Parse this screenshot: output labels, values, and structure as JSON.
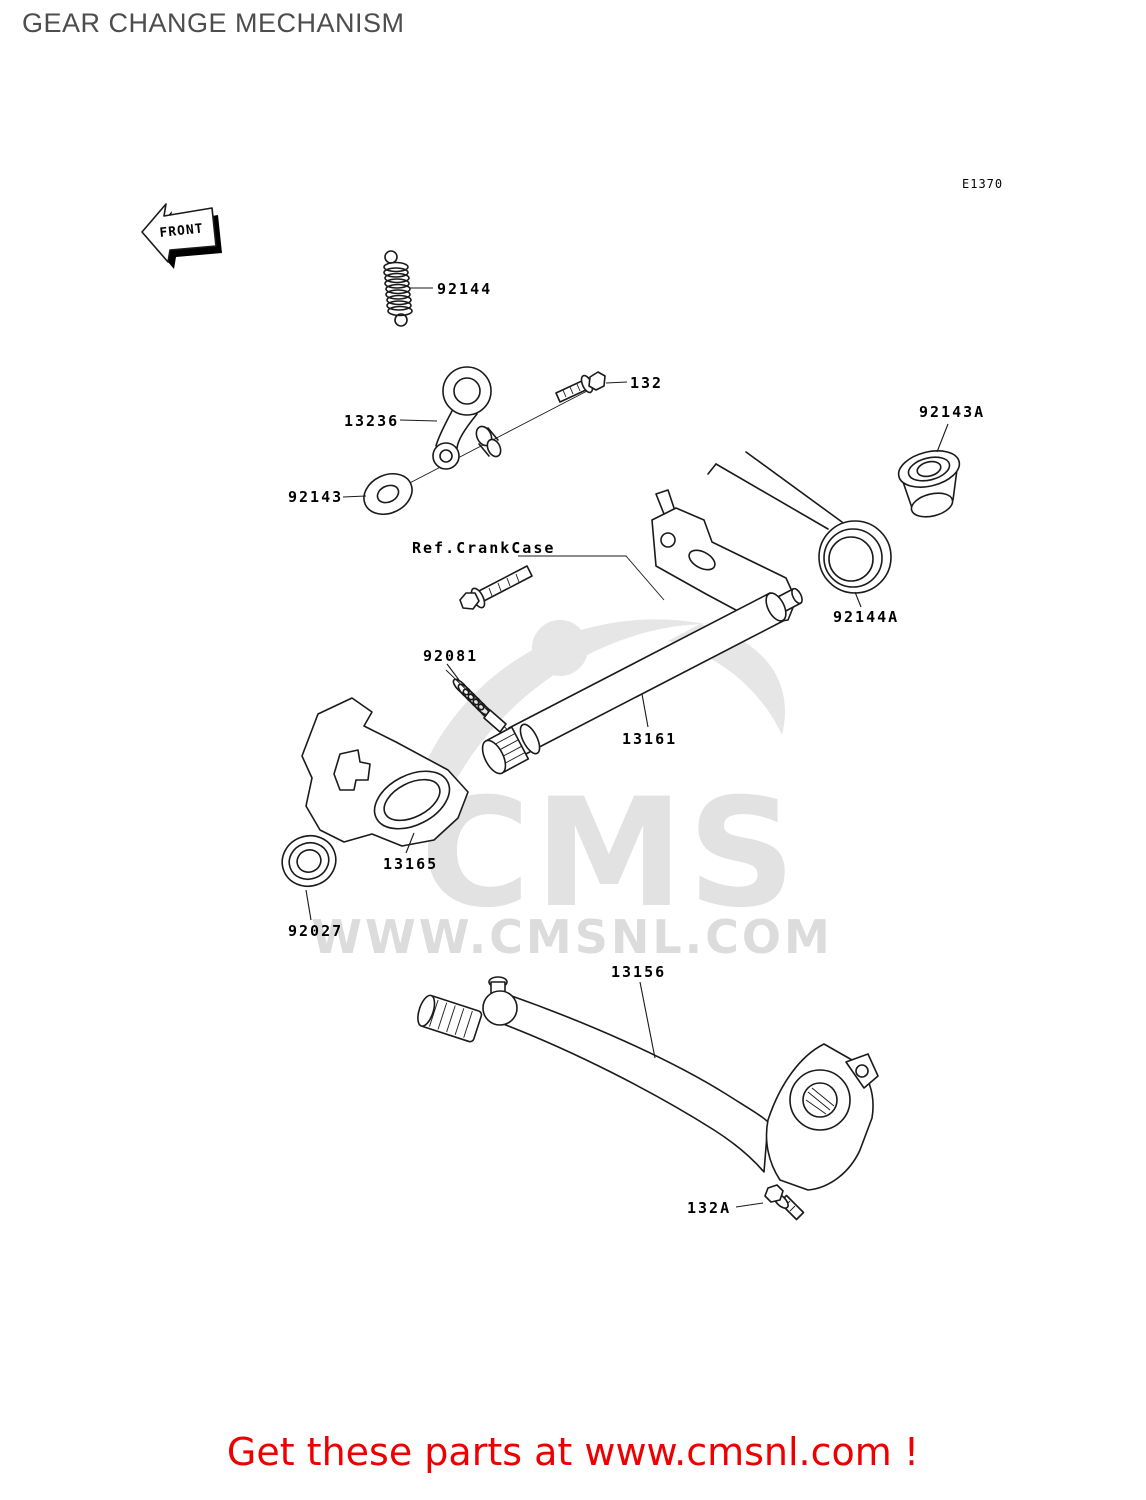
{
  "title": "GEAR CHANGE MECHANISM",
  "diagram": {
    "code": "E1370",
    "front_label": "FRONT",
    "ref_label": "Ref.CrankCase"
  },
  "parts": {
    "return_spring": {
      "label": "92144"
    },
    "bolt": {
      "label": "132"
    },
    "arm": {
      "label": "13236"
    },
    "washer": {
      "label": "92143"
    },
    "bushing": {
      "label": "92143A"
    },
    "torsion_spring": {
      "label": "92144A"
    },
    "detent_spring": {
      "label": "92081"
    },
    "shaft": {
      "label": "13161"
    },
    "plate": {
      "label": "13165"
    },
    "oil_seal": {
      "label": "92027"
    },
    "pedal": {
      "label": "13156"
    },
    "pedal_bolt": {
      "label": "132A"
    }
  },
  "watermark": {
    "brand": "CMS",
    "site": "WWW.CMSNL.COM"
  },
  "footer": {
    "text": "Get these parts at www.cmsnl.com !"
  },
  "colors": {
    "accent_red": "#ee0000",
    "title_gray": "#4d4d4d",
    "watermark_gray": "#dcdcdc",
    "ink": "#1a1a1a"
  }
}
